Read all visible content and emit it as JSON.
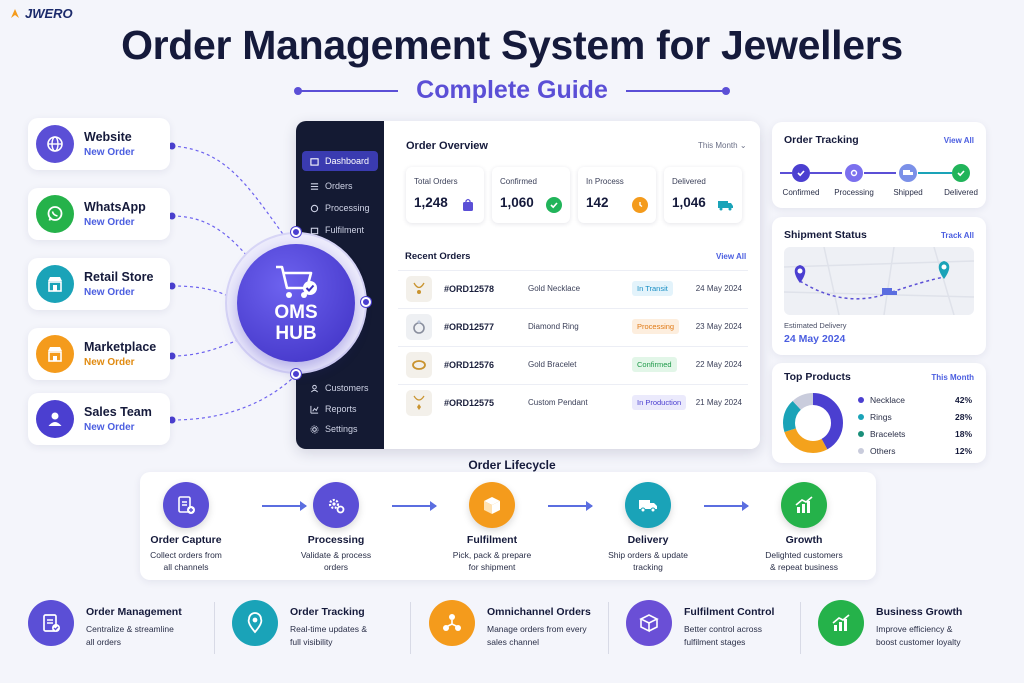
{
  "brand": {
    "logo_text": "JWERO"
  },
  "header": {
    "title": "Order Management System for Jewellers",
    "subtitle": "Complete Guide"
  },
  "channels": [
    {
      "name": "Website",
      "status": "New Order",
      "color": "#5b4fd6",
      "icon": "globe-icon"
    },
    {
      "name": "WhatsApp",
      "status": "New Order",
      "color": "#25b24a",
      "icon": "whatsapp-icon"
    },
    {
      "name": "Retail Store",
      "status": "New Order",
      "color": "#1aa3b8",
      "icon": "store-icon"
    },
    {
      "name": "Marketplace",
      "status": "New Order",
      "color": "#f49b1c",
      "icon": "marketplace-icon"
    },
    {
      "name": "Sales Team",
      "status": "New Order",
      "color": "#4b3fd0",
      "icon": "user-icon"
    }
  ],
  "hub": {
    "line1": "OMS",
    "line2": "HUB"
  },
  "sidebar": {
    "items": [
      {
        "label": "Dashboard",
        "active": true
      },
      {
        "label": "Orders"
      },
      {
        "label": "Processing"
      },
      {
        "label": "Fulfilment"
      },
      {
        "label": "Customers"
      },
      {
        "label": "Reports"
      },
      {
        "label": "Settings"
      }
    ]
  },
  "overview": {
    "title": "Order Overview",
    "period": "This Month",
    "stats": [
      {
        "label": "Total Orders",
        "value": "1,248",
        "color": "#5b4fd6"
      },
      {
        "label": "Confirmed",
        "value": "1,060",
        "color": "#21b45a"
      },
      {
        "label": "In Process",
        "value": "142",
        "color": "#f49b1c"
      },
      {
        "label": "Delivered",
        "value": "1,046",
        "color": "#1aa3b8"
      }
    ]
  },
  "recent_orders": {
    "title": "Recent Orders",
    "view_all": "View All",
    "rows": [
      {
        "id": "#ORD12578",
        "product": "Gold Necklace",
        "status": "In Transit",
        "date": "24 May 2024",
        "bg": "#e3f3fb",
        "fg": "#1a8fc4"
      },
      {
        "id": "#ORD12577",
        "product": "Diamond Ring",
        "status": "Processing",
        "date": "23 May 2024",
        "bg": "#fdeede",
        "fg": "#e07a16"
      },
      {
        "id": "#ORD12576",
        "product": "Gold Bracelet",
        "status": "Confirmed",
        "date": "22 May 2024",
        "bg": "#e2f6e8",
        "fg": "#1f9a4a"
      },
      {
        "id": "#ORD12575",
        "product": "Custom Pendant",
        "status": "In Production",
        "date": "21 May 2024",
        "bg": "#ebeafc",
        "fg": "#4b3fd0"
      }
    ]
  },
  "tracking": {
    "title": "Order Tracking",
    "view_all": "View All",
    "steps": [
      "Confirmed",
      "Processing",
      "Shipped",
      "Delivered"
    ]
  },
  "shipment": {
    "title": "Shipment Status",
    "track_all": "Track All",
    "est_label": "Estimated Delivery",
    "est_date": "24 May 2024"
  },
  "top_products": {
    "title": "Top Products",
    "period": "This Month",
    "items": [
      {
        "name": "Necklace",
        "value": "42%",
        "pct": 42,
        "color": "#4b3fd0"
      },
      {
        "name": "Rings",
        "value": "28%",
        "pct": 28,
        "color": "#f4a21c"
      },
      {
        "name": "Bracelets",
        "value": "18%",
        "pct": 18,
        "color": "#1aa3b8"
      },
      {
        "name": "Others",
        "value": "12%",
        "pct": 12,
        "color": "#c9ccdc"
      }
    ]
  },
  "lifecycle": {
    "title": "Order Lifecycle",
    "steps": [
      {
        "name": "Order Capture",
        "desc1": "Collect orders from",
        "desc2": "all channels",
        "color": "#5b4fd6"
      },
      {
        "name": "Processing",
        "desc1": "Validate & process",
        "desc2": "orders",
        "color": "#5b4fd6"
      },
      {
        "name": "Fulfilment",
        "desc1": "Pick, pack & prepare",
        "desc2": "for shipment",
        "color": "#f49b1c"
      },
      {
        "name": "Delivery",
        "desc1": "Ship orders & update",
        "desc2": "tracking",
        "color": "#1aa3b8"
      },
      {
        "name": "Growth",
        "desc1": "Delighted customers",
        "desc2": "& repeat business",
        "color": "#25b24a"
      }
    ]
  },
  "features": [
    {
      "name": "Order Management",
      "desc1": "Centralize & streamline",
      "desc2": "all orders",
      "color": "#5b4fd6"
    },
    {
      "name": "Order Tracking",
      "desc1": "Real-time updates &",
      "desc2": "full visibility",
      "color": "#1aa3b8"
    },
    {
      "name": "Omnichannel Orders",
      "desc1": "Manage orders from every",
      "desc2": "sales channel",
      "color": "#f49b1c"
    },
    {
      "name": "Fulfilment Control",
      "desc1": "Better control across",
      "desc2": "fulfilment stages",
      "color": "#6a4fd6"
    },
    {
      "name": "Business Growth",
      "desc1": "Improve efficiency &",
      "desc2": "boost customer loyalty",
      "color": "#25b24a"
    }
  ]
}
